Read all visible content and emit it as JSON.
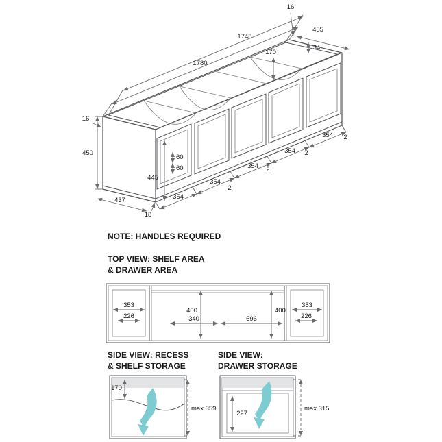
{
  "colors": {
    "line": "#55565a",
    "accent": "#7cccd1",
    "shade": "#e3e4e6"
  },
  "note": "NOTE: HANDLES REQUIRED",
  "iso_view": {
    "dims": {
      "top_panel_thickness": "16",
      "overall_depth": "455",
      "recess_lip": "34",
      "recess_opening_height": "170",
      "internal_length": "1748",
      "overall_length": "1780",
      "side_panel_thickness": "16",
      "overall_height": "450",
      "internal_height": "445",
      "rail_top": "60",
      "rail_bottom": "60",
      "end_depth": "437",
      "kick_height": "18"
    },
    "door_widths": [
      "354",
      "354",
      "354",
      "354",
      "354"
    ],
    "door_gaps": [
      "2",
      "2",
      "2",
      "2"
    ]
  },
  "top_view": {
    "title_line1": "TOP VIEW: SHELF AREA",
    "title_line2": "& DRAWER AREA",
    "dims": {
      "left_shelf_width": "353",
      "left_shelf_depth": "226",
      "drawer_depth_left": "400",
      "left_bay_width": "340",
      "center_width": "696",
      "drawer_depth_right": "400",
      "right_shelf_width": "353",
      "right_shelf_depth": "226"
    }
  },
  "side_view_recess": {
    "title_line1": "SIDE VIEW: RECESS",
    "title_line2": "& SHELF STORAGE",
    "dims": {
      "recess_height": "170",
      "max_clearance": "max 359"
    }
  },
  "side_view_drawer": {
    "title_line1": "SIDE VIEW:",
    "title_line2": "DRAWER STORAGE",
    "dims": {
      "drawer_height": "227",
      "max_clearance": "max 315"
    }
  }
}
